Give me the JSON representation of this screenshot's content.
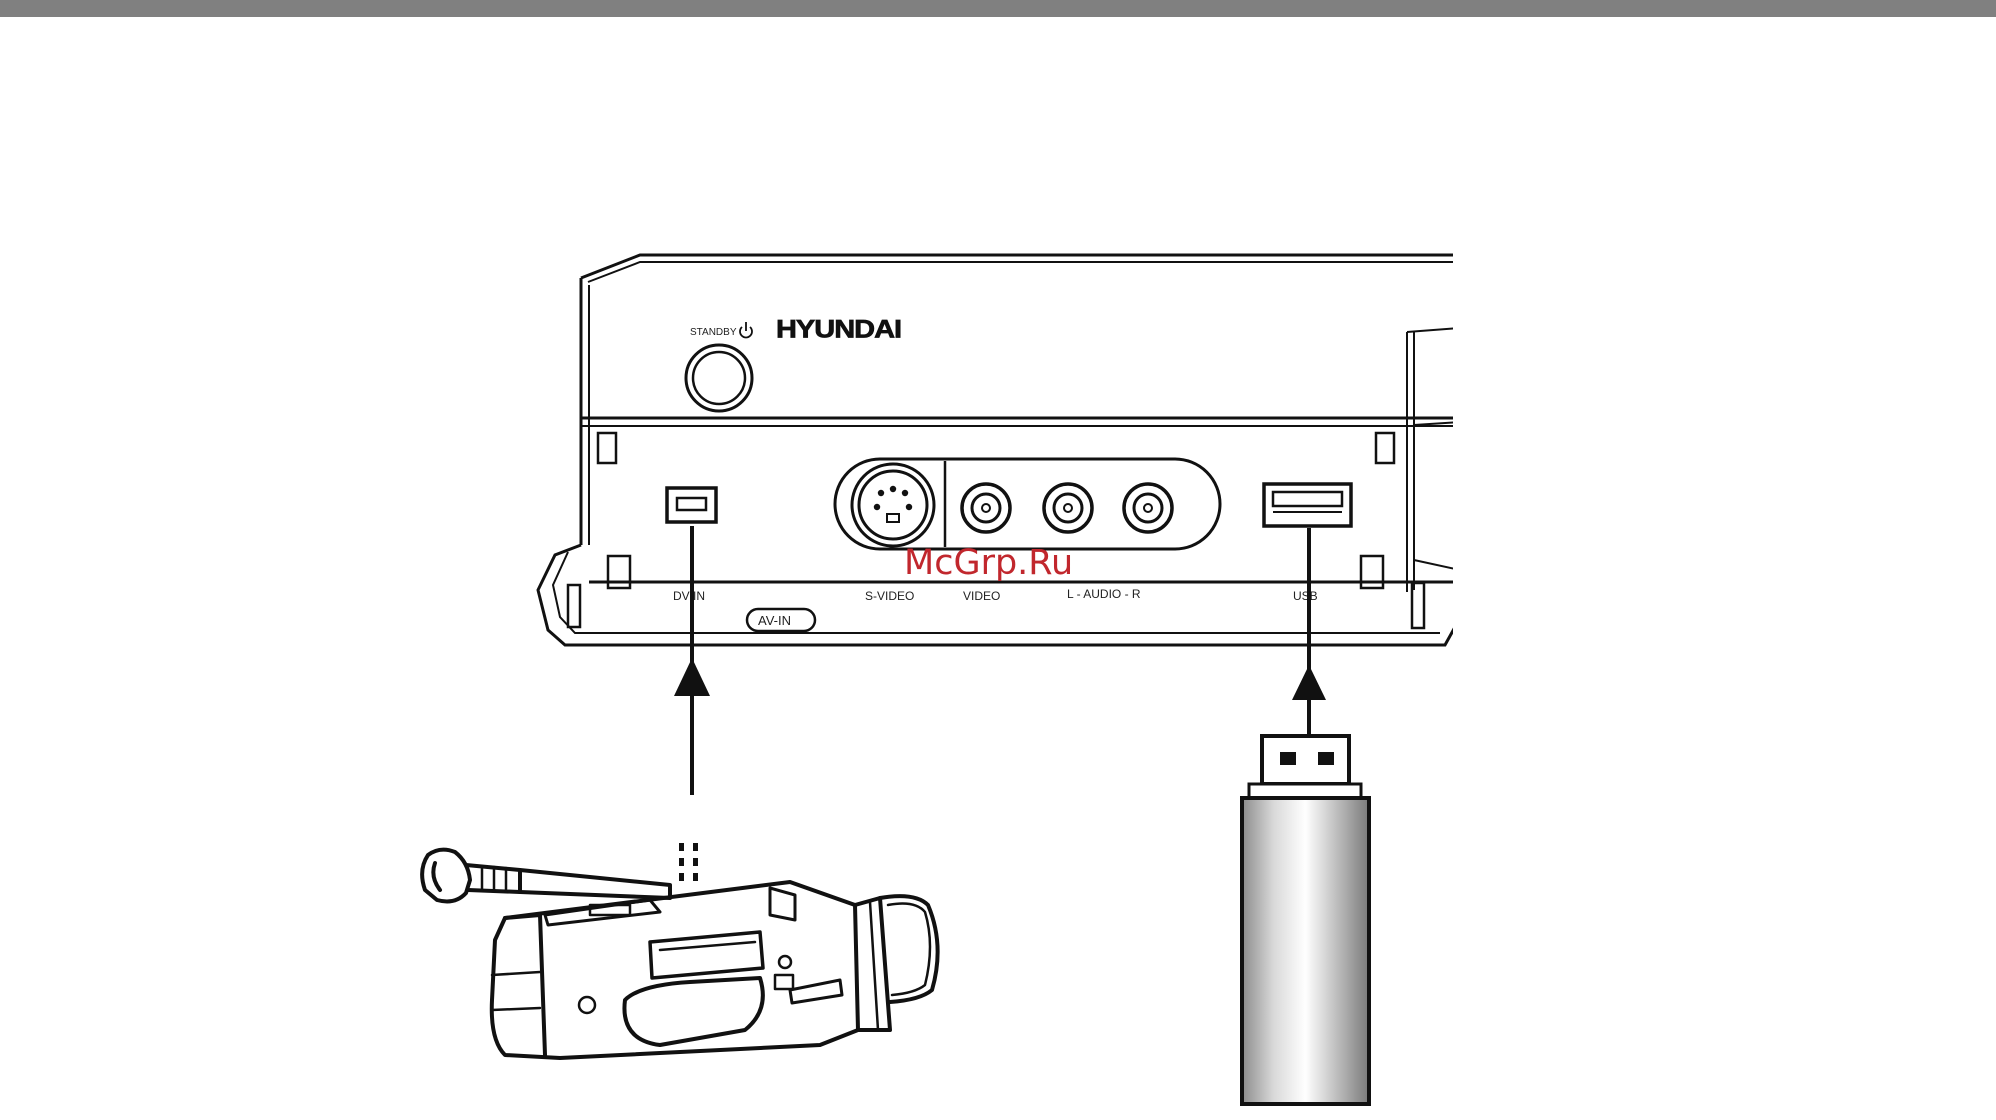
{
  "device": {
    "brand": "HYUNDAI",
    "standby_label": "STANDBY",
    "ports": {
      "dv_in": "DV IN",
      "s_video": "S-VIDEO",
      "video": "VIDEO",
      "audio": "L - AUDIO - R",
      "usb": "USB"
    },
    "av_in_badge": "AV-IN"
  },
  "watermark": "McGrp.Ru",
  "colors": {
    "topbar": "#808080",
    "line": "#111111",
    "watermark": "#c1272d"
  },
  "icons": {
    "camcorder": "camcorder-icon",
    "usb_drive": "usb-flash-drive-icon",
    "power": "power-icon"
  }
}
